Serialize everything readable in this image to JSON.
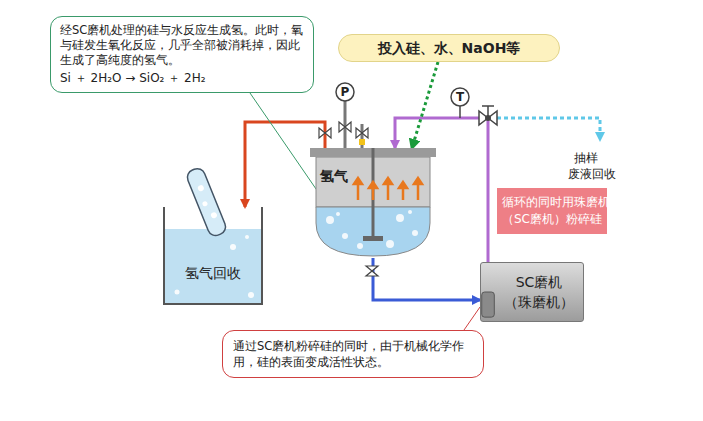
{
  "diagram": {
    "nodes": [
      {
        "text": [
          "经SC磨机处理的硅与水反应生成氢。此时，氧与硅发生氧化反应，几乎全部被消耗掉，因此生成了高纯度的氢气。",
          "Si ＋ 2H₂O → SiO₂ ＋ 2H₂"
        ]
      },
      {
        "text": [
          "投入硅、水、NaOH等"
        ]
      },
      {
        "text": [
          "氢气"
        ]
      },
      {
        "text": [
          "氢气回收"
        ]
      },
      {
        "text": [
          "循环的同时用珠磨机 （SC磨机）粉碎硅"
        ]
      },
      {
        "text": [
          "SC磨机 （珠磨机）"
        ]
      },
      {
        "text": [
          "通过SC磨机粉碎硅的同时，由于机械化学作用，硅的表面变成活性状态。"
        ]
      }
    ],
    "edges": [
      {
        "from": 2,
        "to": 3,
        "arrow": "to"
      },
      {
        "from": 2,
        "to": 5,
        "arrow": "to"
      },
      {
        "from": 5,
        "to": 2,
        "arrow": "to"
      },
      {
        "from": 1,
        "to": 2,
        "arrow": "to"
      },
      {
        "from": 0,
        "to": 2,
        "arrow": "none"
      },
      {
        "from": 6,
        "to": 5,
        "arrow": "none"
      }
    ],
    "labels": [
      "P",
      "T",
      "抽样 废液回收"
    ]
  }
}
